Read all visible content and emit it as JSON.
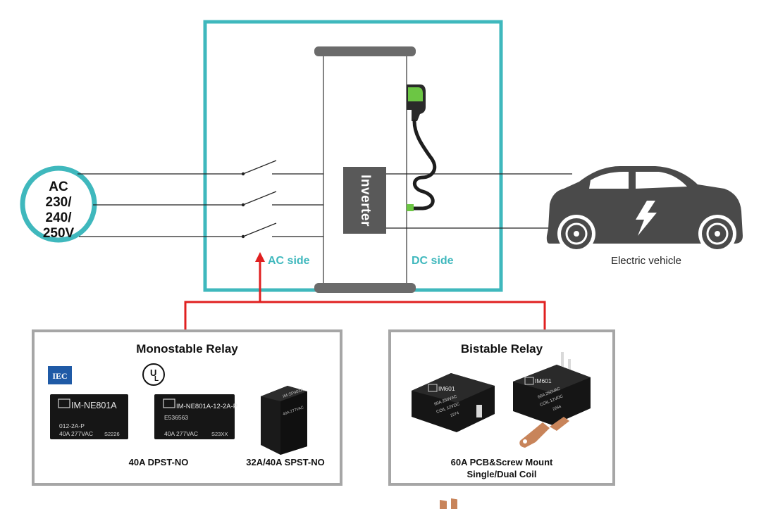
{
  "diagram": {
    "ac_source": {
      "line1": "AC",
      "line2": "230/",
      "line3": "240/",
      "line4": "250V"
    },
    "inverter_label": "Inverter",
    "ac_side_label": "AC side",
    "dc_side_label": "DC side",
    "ev_label": "Electric vehicle",
    "colors": {
      "teal": "#3fb8bd",
      "red": "#e02020",
      "panel_border": "#a6a6a6",
      "inverter": "#595959",
      "plug_green": "#6cc644"
    }
  },
  "monostable_panel": {
    "title": "Monostable Relay",
    "caption_left": "40A DPST-NO",
    "caption_right": "32A/40A SPST-NO",
    "iec_logo": "IEC",
    "relay1": {
      "model": "IM-NE801A",
      "part": "012-2A-P",
      "rating": "40A  277VAC",
      "code": "S2226"
    },
    "relay2": {
      "model": "IM-NE801A-12-2A-P",
      "part": "E536563",
      "rating": "40A  277VAC",
      "code": "S23XX"
    },
    "relay3": {
      "model": "IM-SP401A",
      "rating": "40A 277VAC"
    }
  },
  "bistable_panel": {
    "title": "Bistable Relay",
    "caption_line1": "60A PCB&Screw Mount",
    "caption_line2": "Single/Dual Coil",
    "relay1": {
      "model": "IM601",
      "rating": "60A  250VAC",
      "coil": "COIL  12VDC",
      "code": "2274"
    },
    "relay2": {
      "model": "IM601",
      "rating": "60A  250VAC",
      "coil": "COIL  12VDC",
      "code": "226a"
    }
  }
}
